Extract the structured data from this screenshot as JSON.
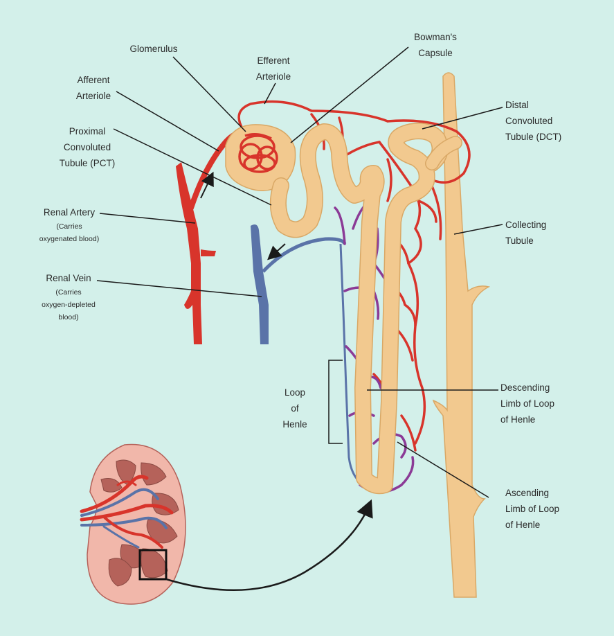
{
  "labels": {
    "glomerulus": [
      "Glomerulus"
    ],
    "efferent_arteriole": [
      "Efferent",
      "Arteriole"
    ],
    "bowmans_capsule": [
      "Bowman's",
      "Capsule"
    ],
    "afferent_arteriole": [
      "Afferent",
      "Arteriole"
    ],
    "pct": [
      "Proximal",
      "Convoluted",
      "Tubule (PCT)"
    ],
    "renal_artery": {
      "name": "Renal Artery",
      "note": [
        "(Carries",
        "oxygenated blood)"
      ]
    },
    "renal_vein": {
      "name": "Renal Vein",
      "note": [
        "(Carries",
        "oxygen-depleted",
        "blood)"
      ]
    },
    "dct": [
      "Distal",
      "Convoluted",
      "Tubule (DCT)"
    ],
    "collecting_tubule": [
      "Collecting",
      "Tubule"
    ],
    "loop_of_henle": [
      "Loop",
      "of",
      "Henle"
    ],
    "descending_limb": [
      "Descending",
      "Limb of Loop",
      "of Henle"
    ],
    "ascending_limb": [
      "Ascending",
      "Limb of Loop",
      "of Henle"
    ]
  },
  "colors": {
    "background": "#d3f0ea",
    "artery": "#d8342b",
    "vein": "#5a73a8",
    "capillary_mixed": "#8b3a96",
    "tubule": "#f2c98f",
    "tubule_outline": "#d9a866",
    "kidney_cortex": "#f1b7aa",
    "kidney_pyramid": "#b5625a",
    "leader_line": "#1a1a1a"
  }
}
